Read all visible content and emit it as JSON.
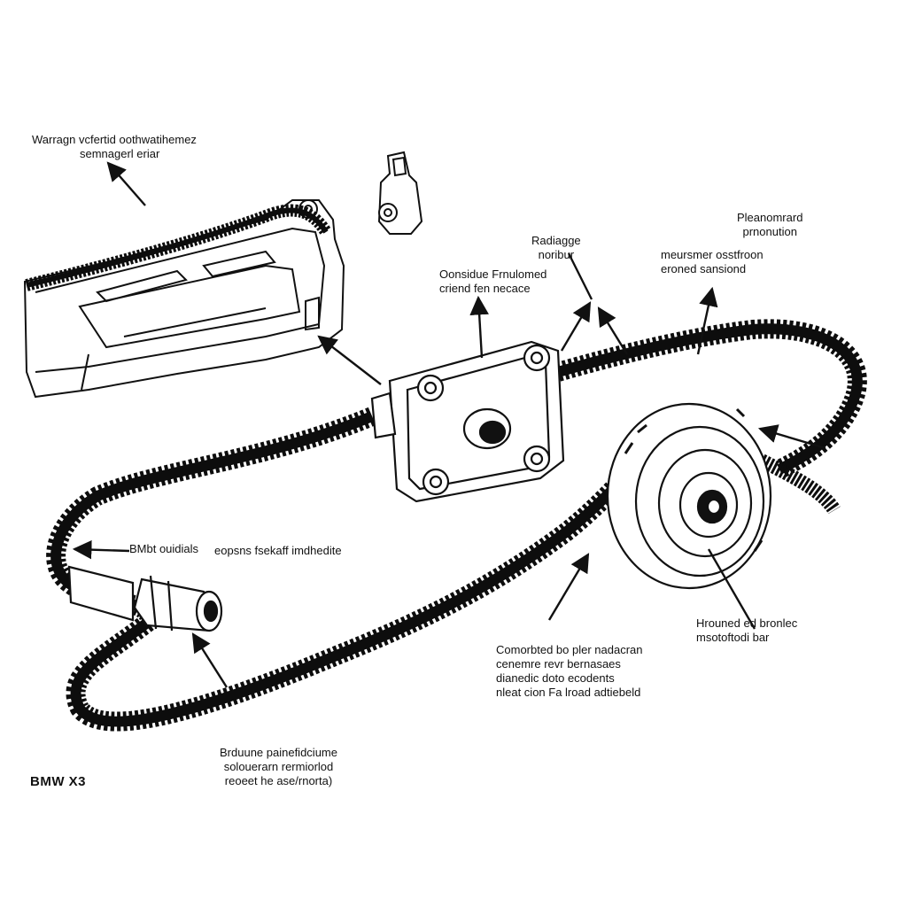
{
  "brand_label": "BMW X3",
  "colors": {
    "ink": "#111111",
    "belt": "#0d0d0d",
    "paper": "#ffffff"
  },
  "callouts": {
    "top_left": [
      "Warragn vcfertid oothwatihemez",
      "semnagerl eriar"
    ],
    "top_center_left": [
      "Oonsidue Frnulomed",
      "criend fen necace"
    ],
    "top_center": [
      "Radiagge",
      "noribur"
    ],
    "top_right_upper": [
      "Pleanomrard",
      "prnonution"
    ],
    "top_right_lower": [
      "meursmer osstfroon",
      "eroned sansiond"
    ],
    "mid_left": "BMbt ouidials",
    "mid_left_text": "eopsns fsekaff imdhedite",
    "right_pulley": [
      "Hrouned ed bronlec",
      "msotoftodi bar"
    ],
    "bottom_center": [
      "Comorbted bo pler nadacran",
      "cenemre revr bernasaes",
      "dianedic doto ecodents",
      "nleat cion Fa lroad adtiebeld"
    ],
    "bottom_left": [
      "Brduune painefidciume",
      "solouerarn rermiorlod",
      "reoeet he ase/rnorta)"
    ]
  },
  "icons": [
    "timing-belt-icon",
    "engine-cover-icon",
    "tensioner-housing-icon",
    "crankshaft-pulley-icon",
    "idler-roller-icon",
    "belt-clip-icon"
  ]
}
